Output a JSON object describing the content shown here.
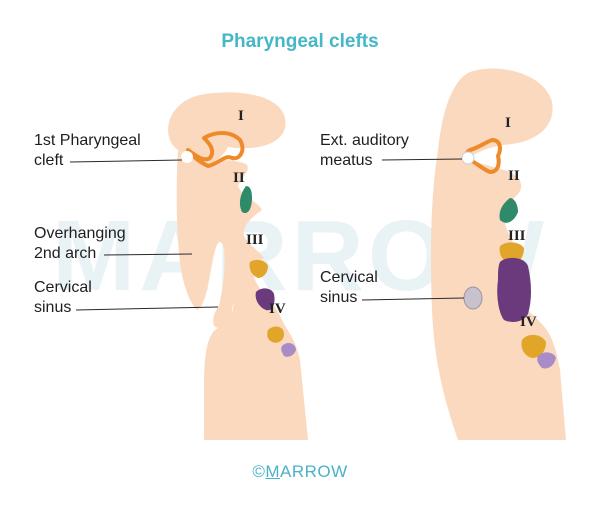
{
  "title": "Pharyngeal clefts",
  "left_panel": {
    "labels": {
      "first_cleft_line1": "1st Pharyngeal",
      "first_cleft_line2": "cleft",
      "overhang_line1": "Overhanging",
      "overhang_line2": "2nd arch",
      "sinus_line1": "Cervical",
      "sinus_line2": "sinus"
    },
    "arches": [
      "I",
      "II",
      "III",
      "IV"
    ]
  },
  "right_panel": {
    "labels": {
      "meatus_line1": "Ext. auditory",
      "meatus_line2": "meatus",
      "sinus_line1": "Cervical",
      "sinus_line2": "sinus"
    },
    "arches": [
      "I",
      "II",
      "III",
      "IV"
    ]
  },
  "watermark": {
    "prefix": "©",
    "first_letter": "M",
    "rest": "ARROW",
    "background_text": "MARROW"
  },
  "colors": {
    "title": "#45b7c6",
    "tissue": "#fbd9bf",
    "orange_outline": "#ef8a2b",
    "green": "#2f8a6a",
    "gold": "#e1a52a",
    "purple": "#6b3a7d",
    "lavender": "#a98bc7",
    "grey_sinus": "#c8c2cc"
  }
}
